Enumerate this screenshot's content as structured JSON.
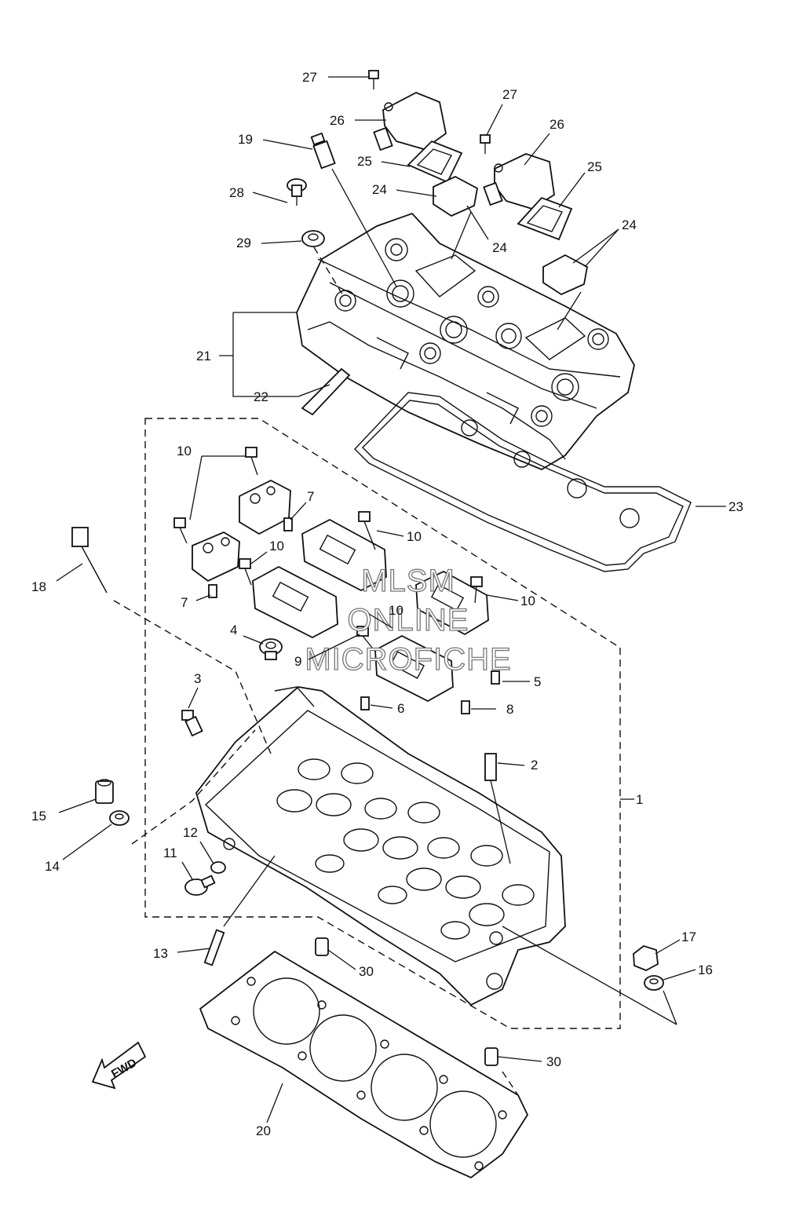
{
  "diagram": {
    "callouts": [
      {
        "id": "c27a",
        "text": "27"
      },
      {
        "id": "c26a",
        "text": "26"
      },
      {
        "id": "c27b",
        "text": "27"
      },
      {
        "id": "c26b",
        "text": "26"
      },
      {
        "id": "c19",
        "text": "19"
      },
      {
        "id": "c25a",
        "text": "25"
      },
      {
        "id": "c25b",
        "text": "25"
      },
      {
        "id": "c28",
        "text": "28"
      },
      {
        "id": "c24a",
        "text": "24"
      },
      {
        "id": "c24b",
        "text": "24"
      },
      {
        "id": "c24c",
        "text": "24"
      },
      {
        "id": "c29",
        "text": "29"
      },
      {
        "id": "c21",
        "text": "21"
      },
      {
        "id": "c22",
        "text": "22"
      },
      {
        "id": "c23",
        "text": "23"
      },
      {
        "id": "c10a",
        "text": "10"
      },
      {
        "id": "c7a",
        "text": "7"
      },
      {
        "id": "c10b",
        "text": "10"
      },
      {
        "id": "c10c",
        "text": "10"
      },
      {
        "id": "c18",
        "text": "18"
      },
      {
        "id": "c7b",
        "text": "7"
      },
      {
        "id": "c10d",
        "text": "10"
      },
      {
        "id": "c10e",
        "text": "10"
      },
      {
        "id": "c4",
        "text": "4"
      },
      {
        "id": "c9",
        "text": "9"
      },
      {
        "id": "c5",
        "text": "5"
      },
      {
        "id": "c3",
        "text": "3"
      },
      {
        "id": "c6",
        "text": "6"
      },
      {
        "id": "c8",
        "text": "8"
      },
      {
        "id": "c2",
        "text": "2"
      },
      {
        "id": "c1",
        "text": "1"
      },
      {
        "id": "c15",
        "text": "15"
      },
      {
        "id": "c14",
        "text": "14"
      },
      {
        "id": "c12",
        "text": "12"
      },
      {
        "id": "c11",
        "text": "11"
      },
      {
        "id": "c13",
        "text": "13"
      },
      {
        "id": "c17",
        "text": "17"
      },
      {
        "id": "c16",
        "text": "16"
      },
      {
        "id": "c30a",
        "text": "30"
      },
      {
        "id": "c30b",
        "text": "30"
      },
      {
        "id": "c20",
        "text": "20"
      }
    ],
    "watermark": [
      "MLSM",
      "ONLINE",
      "MICROFICHE"
    ],
    "fwd_label": "FWD"
  }
}
